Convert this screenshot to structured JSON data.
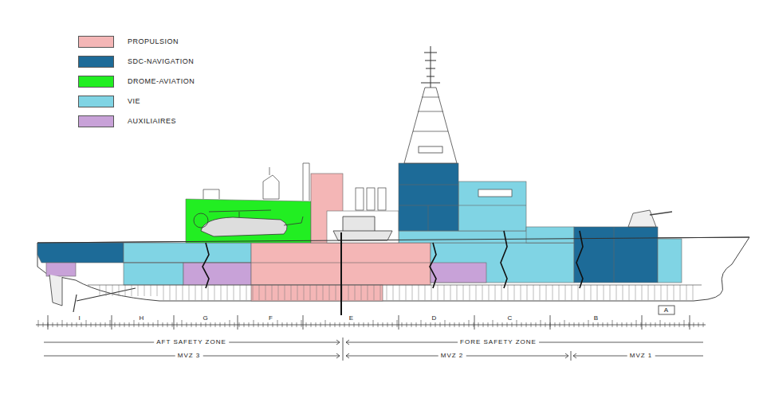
{
  "diagram": {
    "labels": [
      "I",
      "H",
      "G",
      "F",
      "E",
      "D",
      "C",
      "B",
      "A",
      "AFT SAFETY ZONE",
      "FORE SAFETY ZONE",
      "MVZ 3",
      "MVZ 2",
      "MVZ 1"
    ],
    "legend": [
      {
        "text": "PROPULSION",
        "color": "#f4b6b6"
      },
      {
        "text": "SDC-NAVIGATION",
        "color": "#1d6b98"
      },
      {
        "text": "DROME-AVIATION",
        "color": "#22ee22"
      },
      {
        "text": "VIE",
        "color": "#80d4e4"
      },
      {
        "text": "AUXILIAIRES",
        "color": "#c8a2d8"
      }
    ]
  }
}
